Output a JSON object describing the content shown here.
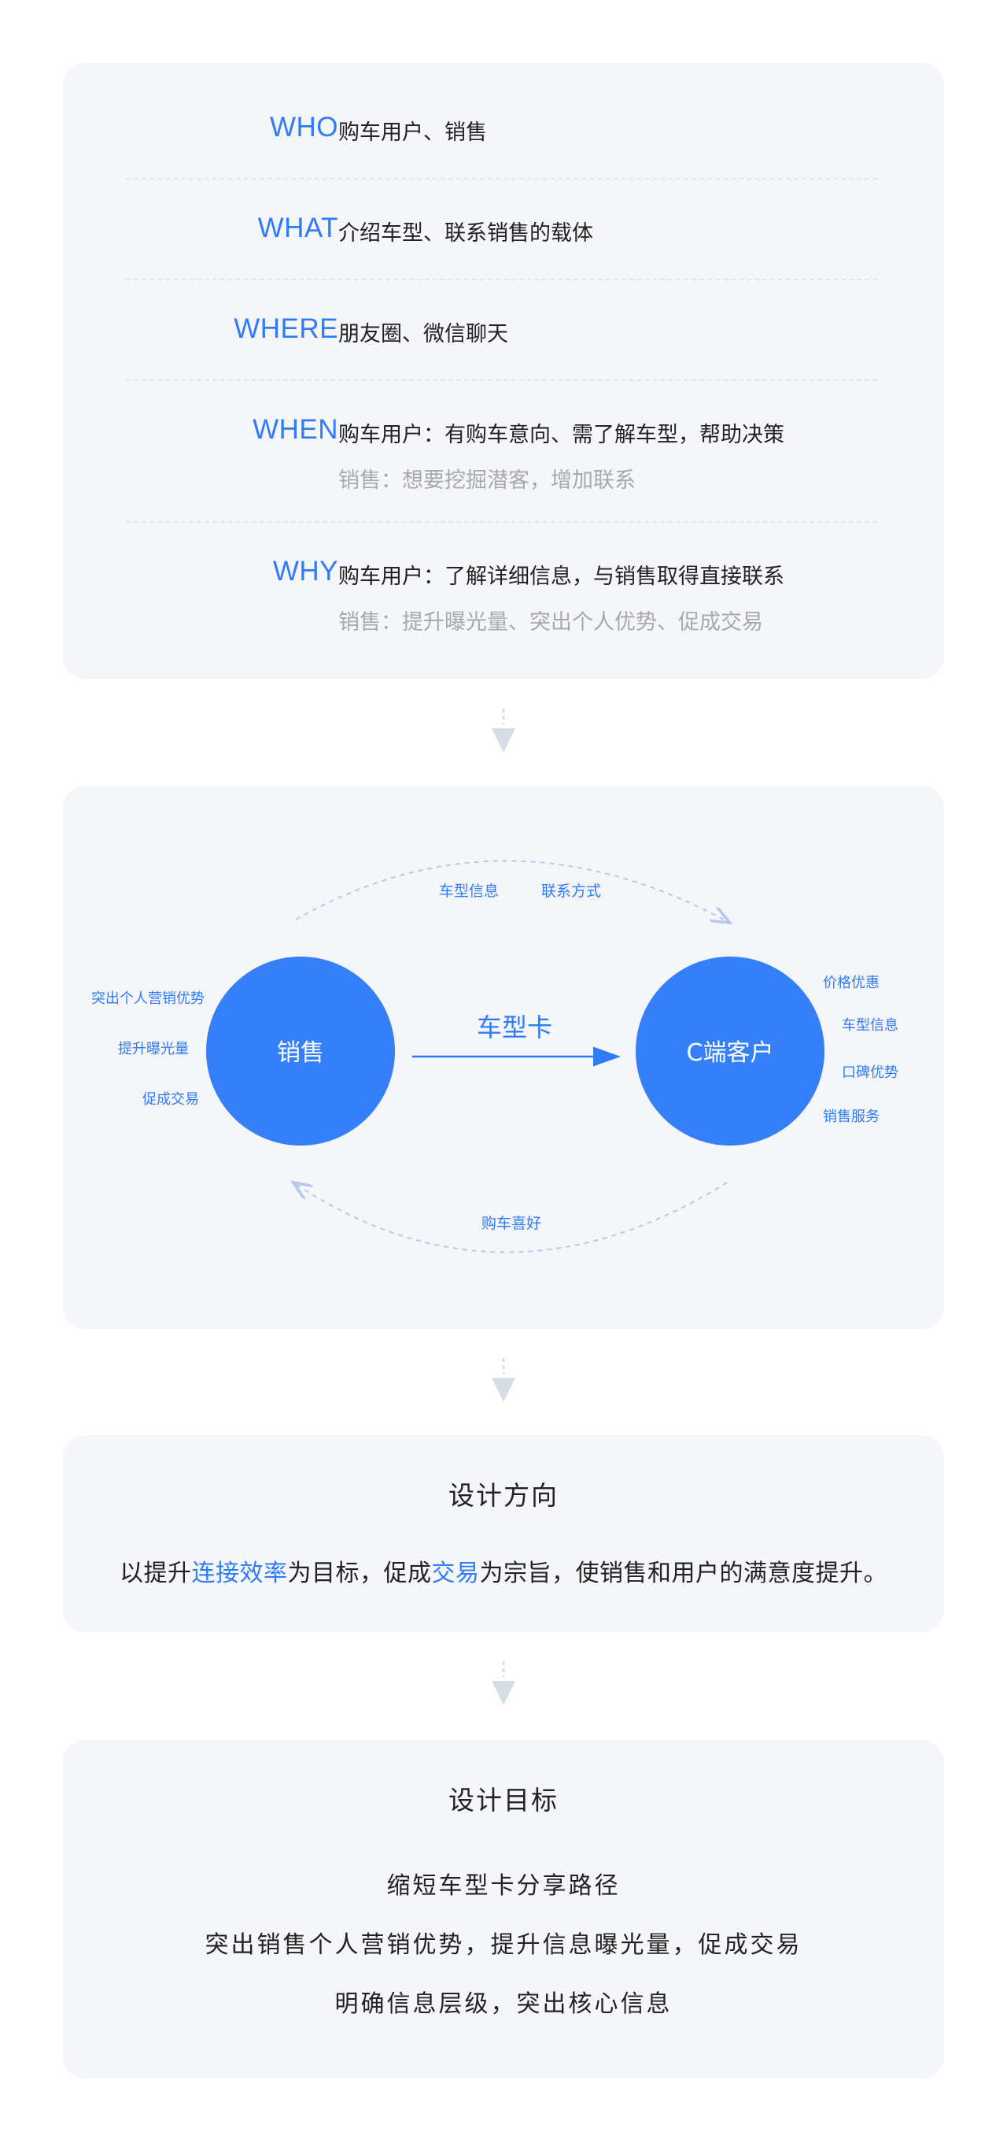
{
  "five_w": [
    {
      "key": "WHO",
      "line1": "购车用户、销售",
      "line2": ""
    },
    {
      "key": "WHAT",
      "line1": "介绍车型、联系销售的载体",
      "line2": ""
    },
    {
      "key": "WHERE",
      "line1": "朋友圈、微信聊天",
      "line2": ""
    },
    {
      "key": "WHEN",
      "line1": "购车用户：有购车意向、需了解车型，帮助决策",
      "line2": "销售：想要挖掘潜客，增加联系"
    },
    {
      "key": "WHY",
      "line1": "购车用户：了解详细信息，与销售取得直接联系",
      "line2": "销售：提升曝光量、突出个人优势、促成交易"
    }
  ],
  "diagram": {
    "left_node": "销售",
    "right_node": "C端客户",
    "center_label": "车型卡",
    "top_labels": [
      "车型信息",
      "联系方式"
    ],
    "bottom_label": "购车喜好",
    "left_labels": [
      "突出个人营销优势",
      "提升曝光量",
      "促成交易"
    ],
    "right_labels": [
      "价格优惠",
      "车型信息",
      "口碑优势",
      "销售服务"
    ],
    "colors": {
      "node": "#3580f8",
      "accent": "#2f7cf6",
      "dash": "#b7c8ef"
    }
  },
  "direction": {
    "title": "设计方向",
    "pre": "以提升",
    "hl1": "连接效率",
    "mid": "为目标，促成",
    "hl2": "交易",
    "post": "为宗旨，使销售和用户的满意度提升。"
  },
  "goal": {
    "title": "设计目标",
    "items": [
      "缩短车型卡分享路径",
      "突出销售个人营销优势，提升信息曝光量，促成交易",
      "明确信息层级，突出核心信息"
    ]
  }
}
